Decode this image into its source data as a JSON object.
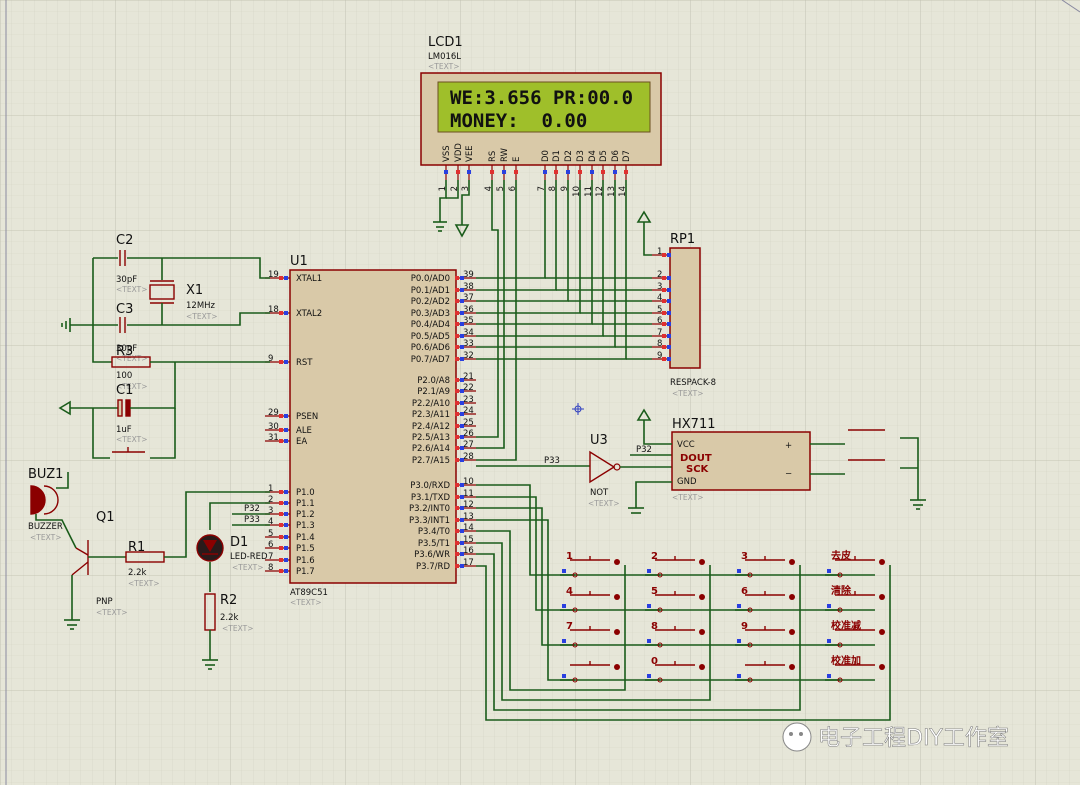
{
  "lcd": {
    "ref": "LCD1",
    "model": "LM016L",
    "text_tag": "<TEXT>",
    "line1": "WE:3.656 PR:00.0",
    "line2": "MONEY:  0.00",
    "pins": [
      {
        "name": "VSS",
        "num": "1"
      },
      {
        "name": "VDD",
        "num": "2"
      },
      {
        "name": "VEE",
        "num": "3"
      },
      {
        "name": "RS",
        "num": "4"
      },
      {
        "name": "RW",
        "num": "5"
      },
      {
        "name": "E",
        "num": "6"
      },
      {
        "name": "D0",
        "num": "7"
      },
      {
        "name": "D1",
        "num": "8"
      },
      {
        "name": "D2",
        "num": "9"
      },
      {
        "name": "D3",
        "num": "10"
      },
      {
        "name": "D4",
        "num": "11"
      },
      {
        "name": "D5",
        "num": "12"
      },
      {
        "name": "D6",
        "num": "13"
      },
      {
        "name": "D7",
        "num": "14"
      }
    ]
  },
  "mcu": {
    "ref": "U1",
    "model": "AT89C51",
    "text_tag": "<TEXT>",
    "left_pins": [
      {
        "num": "19",
        "name": "XTAL1"
      },
      {
        "num": "18",
        "name": "XTAL2"
      },
      {
        "num": "9",
        "name": "RST"
      },
      {
        "num": "29",
        "name": "PSEN"
      },
      {
        "num": "30",
        "name": "ALE"
      },
      {
        "num": "31",
        "name": "EA"
      },
      {
        "num": "1",
        "name": "P1.0"
      },
      {
        "num": "2",
        "name": "P1.1"
      },
      {
        "num": "3",
        "name": "P1.2"
      },
      {
        "num": "4",
        "name": "P1.3"
      },
      {
        "num": "5",
        "name": "P1.4"
      },
      {
        "num": "6",
        "name": "P1.5"
      },
      {
        "num": "7",
        "name": "P1.6"
      },
      {
        "num": "8",
        "name": "P1.7"
      }
    ],
    "right_pins": [
      {
        "num": "39",
        "name": "P0.0/AD0"
      },
      {
        "num": "38",
        "name": "P0.1/AD1"
      },
      {
        "num": "37",
        "name": "P0.2/AD2"
      },
      {
        "num": "36",
        "name": "P0.3/AD3"
      },
      {
        "num": "35",
        "name": "P0.4/AD4"
      },
      {
        "num": "34",
        "name": "P0.5/AD5"
      },
      {
        "num": "33",
        "name": "P0.6/AD6"
      },
      {
        "num": "32",
        "name": "P0.7/AD7"
      },
      {
        "num": "21",
        "name": "P2.0/A8"
      },
      {
        "num": "22",
        "name": "P2.1/A9"
      },
      {
        "num": "23",
        "name": "P2.2/A10"
      },
      {
        "num": "24",
        "name": "P2.3/A11"
      },
      {
        "num": "25",
        "name": "P2.4/A12"
      },
      {
        "num": "26",
        "name": "P2.5/A13"
      },
      {
        "num": "27",
        "name": "P2.6/A14"
      },
      {
        "num": "28",
        "name": "P2.7/A15"
      },
      {
        "num": "10",
        "name": "P3.0/RXD"
      },
      {
        "num": "11",
        "name": "P3.1/TXD"
      },
      {
        "num": "12",
        "name": "P3.2/INT0"
      },
      {
        "num": "13",
        "name": "P3.3/INT1"
      },
      {
        "num": "14",
        "name": "P3.4/T0"
      },
      {
        "num": "15",
        "name": "P3.5/T1"
      },
      {
        "num": "16",
        "name": "P3.6/WR"
      },
      {
        "num": "17",
        "name": "P3.7/RD"
      }
    ]
  },
  "rp1": {
    "ref": "RP1",
    "model": "RESPACK-8",
    "text_tag": "<TEXT>",
    "pins": [
      "1",
      "2",
      "3",
      "4",
      "5",
      "6",
      "7",
      "8",
      "9"
    ]
  },
  "c2": {
    "ref": "C2",
    "value": "30pF",
    "text_tag": "<TEXT>"
  },
  "c3": {
    "ref": "C3",
    "value": "30pF",
    "text_tag": "<TEXT>"
  },
  "x1": {
    "ref": "X1",
    "value": "12MHz",
    "text_tag": "<TEXT>"
  },
  "r3": {
    "ref": "R3",
    "value": "100",
    "text_tag": "<TEXT>"
  },
  "c1": {
    "ref": "C1",
    "value": "1uF",
    "text_tag": "<TEXT>"
  },
  "buz": {
    "ref": "BUZ1",
    "model": "BUZZER",
    "text_tag": "<TEXT>"
  },
  "q1": {
    "ref": "Q1",
    "model": "PNP",
    "text_tag": "<TEXT>"
  },
  "r1": {
    "ref": "R1",
    "value": "2.2k",
    "text_tag": "<TEXT>"
  },
  "d1": {
    "ref": "D1",
    "model": "LED-RED",
    "text_tag": "<TEXT>"
  },
  "r2": {
    "ref": "R2",
    "value": "2.2k",
    "text_tag": "<TEXT>"
  },
  "u3": {
    "ref": "U3",
    "model": "NOT",
    "text_tag": "<TEXT>"
  },
  "hx": {
    "ref": "HX711",
    "pin_vcc": "VCC",
    "pin_gnd": "GND",
    "dout": "DOUT",
    "sck": "SCK",
    "plus": "+",
    "minus": "−",
    "text_tag": "<TEXT>"
  },
  "nets": {
    "p32": "P32",
    "p33": "P33"
  },
  "keys": [
    "1",
    "2",
    "3",
    "去皮",
    "4",
    "5",
    "6",
    "清除",
    "7",
    "8",
    "9",
    "校准减",
    "",
    "0",
    "",
    "校准加"
  ],
  "watermark": "电子工程DIY工作室",
  "colors": {
    "background": "#e6e6d8",
    "grid": "#c9c9b8",
    "wire": "#1a5c1a",
    "component": "#8b0000",
    "lcd_screen": "#9fbf2a",
    "pin_red": "#e03030",
    "pin_blue": "#2a3fe0"
  }
}
